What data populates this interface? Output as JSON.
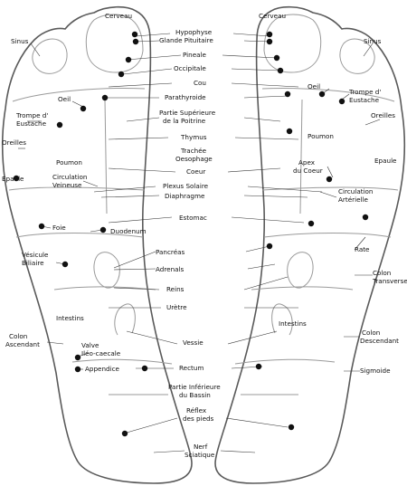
{
  "colors": {
    "dot": "#111111",
    "outline": "#5a5a5a",
    "leader": "#333333",
    "background": "#ffffff"
  },
  "labels": {
    "cerveau": "Cerveau",
    "hypophyse": "Hypophyse",
    "glande_pituitaire": "Glande Pituitaire",
    "sinus": "Sinus",
    "pineale": "Pineale",
    "occipitale": "Occipitale",
    "cou": "Cou",
    "oeil": "Oeil",
    "parathyroide": "Parathyroide",
    "trompe_1": "Trompe d'",
    "trompe_2": "Eustache",
    "partie_sup_1": "Partie Supérieure",
    "partie_sup_2": "de la Poitrine",
    "oreilles": "Oreilles",
    "thymus": "Thymus",
    "trachee_1": "Trachée",
    "trachee_2": "Oesophage",
    "poumon": "Poumon",
    "epaule": "Epaule",
    "apex_1": "Apex",
    "apex_2": "du Coeur",
    "coeur": "Coeur",
    "circ_1": "Circulation",
    "circ_2": "Veineuse",
    "circ_art_1": "Circulation",
    "circ_art_2": "Artérielle",
    "plexus": "Plexus Solaire",
    "diaphragme": "Diaphragme",
    "estomac": "Estomac",
    "foie": "Foie",
    "duodenum": "Duodenum",
    "rate": "Rate",
    "vesicule_1": "Vésicule",
    "vesicule_2": "Biliaire",
    "pancreas": "Pancréas",
    "adrenals": "Adrenals",
    "colon_tr_1": "Colon",
    "colon_tr_2": "Transverse",
    "reins": "Reins",
    "uretre": "Urètre",
    "intestins": "Intestins",
    "colon_asc_1": "Colon",
    "colon_asc_2": "Ascendant",
    "colon_desc_1": "Colon",
    "colon_desc_2": "Descendant",
    "vessie": "Vessie",
    "valve_1": "Valve",
    "valve_2": "Iléo-caecale",
    "appendice": "Appendice",
    "rectum": "Rectum",
    "sigmoide": "Sigmoide",
    "bassin_1": "Partie Inférieure",
    "bassin_2": "du Bassin",
    "reflex_1": "Réflex",
    "reflex_2": "des pieds",
    "nerf_1": "Nerf",
    "nerf_2": "Sciatique"
  }
}
